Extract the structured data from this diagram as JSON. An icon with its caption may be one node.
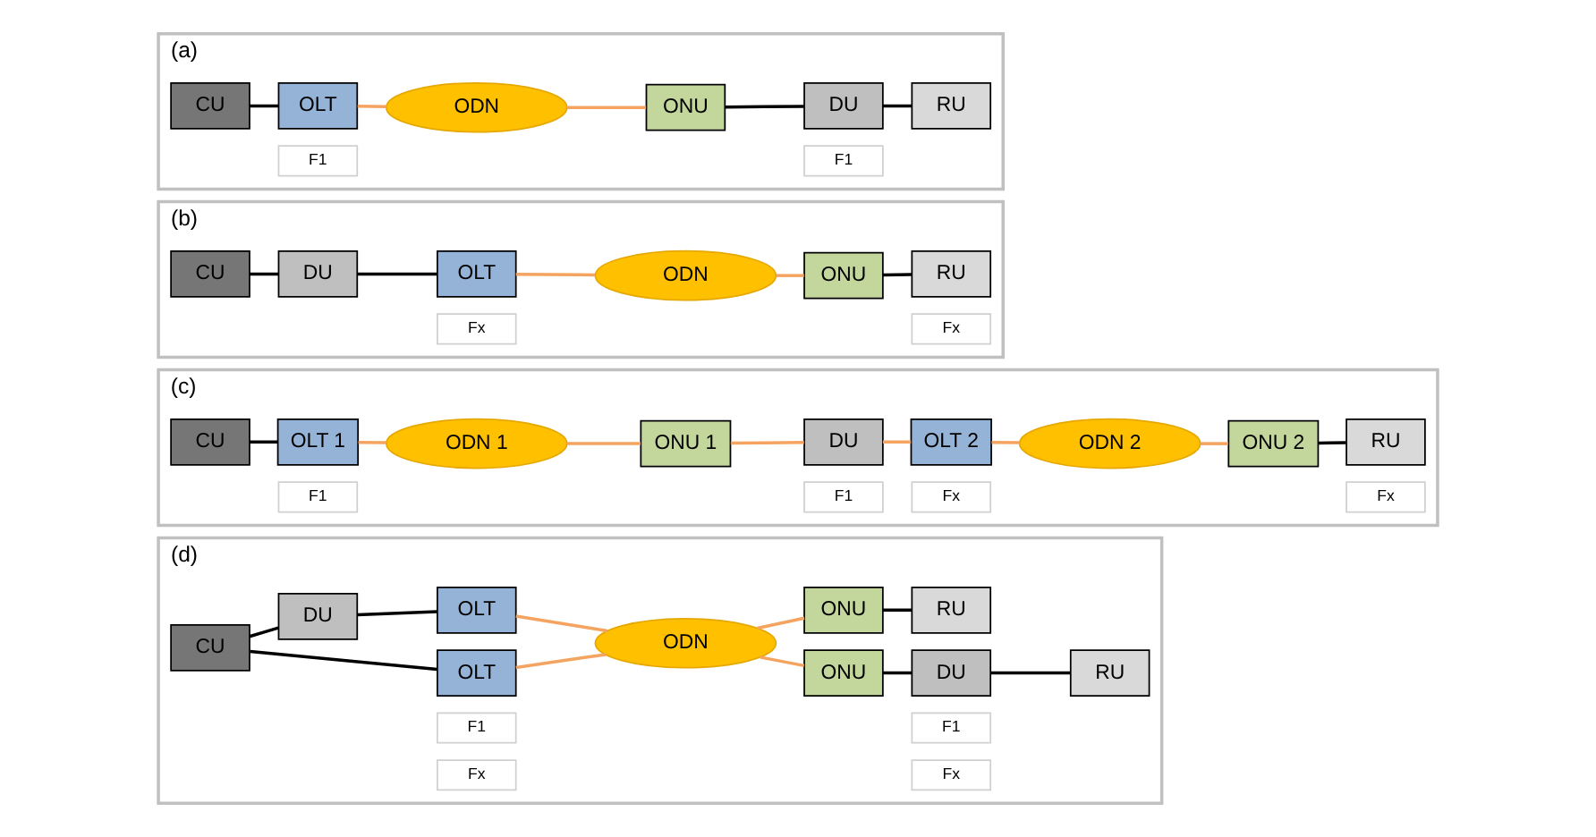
{
  "diagram": {
    "nodes": [
      {
        "text": [
          "(a)"
        ]
      },
      {
        "text": [
          "CU"
        ],
        "in": 0
      },
      {
        "text": [
          "OLT"
        ],
        "in": 0
      },
      {
        "text": [
          "ODN"
        ],
        "in": 0
      },
      {
        "text": [
          "ONU"
        ],
        "in": 0
      },
      {
        "text": [
          "DU"
        ],
        "in": 0
      },
      {
        "text": [
          "RU"
        ],
        "in": 0
      },
      {
        "text": [
          "F1"
        ],
        "in": 0
      },
      {
        "text": [
          "F1"
        ],
        "in": 0
      },
      {
        "text": [
          "(b)"
        ]
      },
      {
        "text": [
          "CU"
        ],
        "in": 9
      },
      {
        "text": [
          "DU"
        ],
        "in": 9
      },
      {
        "text": [
          "OLT"
        ],
        "in": 9
      },
      {
        "text": [
          "ODN"
        ],
        "in": 9
      },
      {
        "text": [
          "ONU"
        ],
        "in": 9
      },
      {
        "text": [
          "RU"
        ],
        "in": 9
      },
      {
        "text": [
          "Fx"
        ],
        "in": 9
      },
      {
        "text": [
          "Fx"
        ],
        "in": 9
      },
      {
        "text": [
          "(c)"
        ]
      },
      {
        "text": [
          "CU"
        ],
        "in": 18
      },
      {
        "text": [
          "OLT 1"
        ],
        "in": 18
      },
      {
        "text": [
          "ODN 1"
        ],
        "in": 18
      },
      {
        "text": [
          "ONU 1"
        ],
        "in": 18
      },
      {
        "text": [
          "DU"
        ],
        "in": 18
      },
      {
        "text": [
          "OLT 2"
        ],
        "in": 18
      },
      {
        "text": [
          "ODN 2"
        ],
        "in": 18
      },
      {
        "text": [
          "ONU 2"
        ],
        "in": 18
      },
      {
        "text": [
          "RU"
        ],
        "in": 18
      },
      {
        "text": [
          "F1"
        ],
        "in": 18
      },
      {
        "text": [
          "F1"
        ],
        "in": 18
      },
      {
        "text": [
          "Fx"
        ],
        "in": 18
      },
      {
        "text": [
          "Fx"
        ],
        "in": 18
      },
      {
        "text": [
          "(d)"
        ]
      },
      {
        "text": [
          "CU"
        ],
        "in": 32
      },
      {
        "text": [
          "OLT"
        ],
        "in": 32
      },
      {
        "text": [
          "DU"
        ],
        "in": 32
      },
      {
        "text": [
          "OLT"
        ],
        "in": 32
      },
      {
        "text": [
          "ODN"
        ],
        "in": 32
      },
      {
        "text": [
          "ONU"
        ],
        "in": 32
      },
      {
        "text": [
          "DU"
        ],
        "in": 32
      },
      {
        "text": [
          "RU"
        ],
        "in": 32
      },
      {
        "text": [
          "ONU"
        ],
        "in": 32
      },
      {
        "text": [
          "RU"
        ],
        "in": 32
      },
      {
        "text": [
          "F1"
        ],
        "in": 32
      },
      {
        "text": [
          "Fx"
        ],
        "in": 32
      },
      {
        "text": [
          "F1"
        ],
        "in": 32
      },
      {
        "text": [
          "Fx"
        ],
        "in": 32
      }
    ],
    "edges": [
      {
        "from": 1,
        "to": 2,
        "arrow": "none",
        "color": "#000000"
      },
      {
        "from": 2,
        "to": 3,
        "arrow": "none",
        "color": "#f4a460"
      },
      {
        "from": 3,
        "to": 4,
        "arrow": "none",
        "color": "#f4a460"
      },
      {
        "from": 4,
        "to": 5,
        "arrow": "none",
        "color": "#000000"
      },
      {
        "from": 5,
        "to": 6,
        "arrow": "none",
        "color": "#000000"
      },
      {
        "from": 10,
        "to": 11,
        "arrow": "none",
        "color": "#000000"
      },
      {
        "from": 11,
        "to": 12,
        "arrow": "none",
        "color": "#000000"
      },
      {
        "from": 12,
        "to": 13,
        "arrow": "none",
        "color": "#f4a460"
      },
      {
        "from": 13,
        "to": 14,
        "arrow": "none",
        "color": "#f4a460"
      },
      {
        "from": 14,
        "to": 15,
        "arrow": "none",
        "color": "#000000"
      },
      {
        "from": 19,
        "to": 20,
        "arrow": "none",
        "color": "#000000"
      },
      {
        "from": 20,
        "to": 21,
        "arrow": "none",
        "color": "#f4a460"
      },
      {
        "from": 21,
        "to": 22,
        "arrow": "none",
        "color": "#f4a460"
      },
      {
        "from": 22,
        "to": 23,
        "arrow": "none",
        "color": "#f4a460"
      },
      {
        "from": 23,
        "to": 24,
        "arrow": "none",
        "color": "#f4a460"
      },
      {
        "from": 24,
        "to": 25,
        "arrow": "none",
        "color": "#f4a460"
      },
      {
        "from": 25,
        "to": 26,
        "arrow": "none",
        "color": "#f4a460"
      },
      {
        "from": 26,
        "to": 27,
        "arrow": "none",
        "color": "#000000"
      },
      {
        "from": 33,
        "to": 34,
        "arrow": "none",
        "color": "#000000"
      },
      {
        "from": 33,
        "to": 35,
        "arrow": "none",
        "color": "#000000"
      },
      {
        "from": 35,
        "to": 36,
        "arrow": "none",
        "color": "#000000"
      },
      {
        "from": 34,
        "to": 37,
        "arrow": "none",
        "color": "#f4a460"
      },
      {
        "from": 36,
        "to": 37,
        "arrow": "none",
        "color": "#f4a460"
      },
      {
        "from": 37,
        "to": 38,
        "arrow": "none",
        "color": "#f4a460"
      },
      {
        "from": 37,
        "to": 41,
        "arrow": "none",
        "color": "#f4a460"
      },
      {
        "from": 38,
        "to": 39,
        "arrow": "none",
        "color": "#000000"
      },
      {
        "from": 39,
        "to": 40,
        "arrow": "none",
        "color": "#000000"
      },
      {
        "from": 41,
        "to": 42,
        "arrow": "none",
        "color": "#000000"
      }
    ]
  }
}
